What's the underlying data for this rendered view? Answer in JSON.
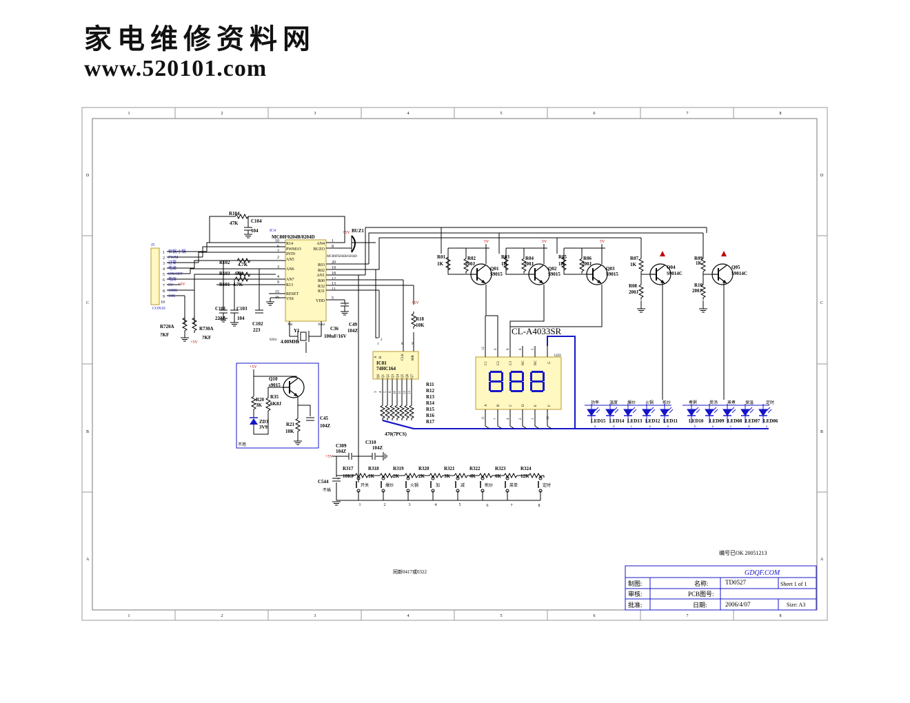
{
  "header": {
    "site_name": "家电维修资料网",
    "site_url": "www.520101.com"
  },
  "frame": {
    "col_labels": [
      "1",
      "2",
      "3",
      "4",
      "5",
      "6",
      "7",
      "8"
    ],
    "row_labels": [
      "D",
      "C",
      "B",
      "A"
    ]
  },
  "mcu": {
    "ref": "IC4",
    "part": "MC80F0204B/0204D",
    "part_inner": "MC80F0204B/0204D",
    "left_pins": [
      {
        "num": "10",
        "name": "R14"
      },
      {
        "num": "6",
        "name": "PWM1O"
      },
      {
        "num": "7",
        "name": "INT0"
      },
      {
        "num": "2",
        "name": "AN5"
      },
      {
        "num": "3",
        "name": "AN6"
      },
      {
        "num": "4",
        "name": "AN7"
      },
      {
        "num": "9",
        "name": "R13"
      },
      {
        "num": "15",
        "name": "RESET"
      },
      {
        "num": "16",
        "name": "VSS"
      }
    ],
    "right_pins": [
      {
        "num": "1",
        "name": "AN4"
      },
      {
        "num": "8",
        "name": "BUZO"
      },
      {
        "num": "20",
        "name": "R03"
      },
      {
        "num": "19",
        "name": "R02"
      },
      {
        "num": "18",
        "name": "AN1"
      },
      {
        "num": "12",
        "name": "R00"
      },
      {
        "num": "13",
        "name": "R32"
      },
      {
        "num": "11",
        "name": "R31"
      },
      {
        "num": "5",
        "name": "VDD"
      }
    ],
    "xin": "Xin",
    "xout": "Xout"
  },
  "connector": {
    "ref": "J5",
    "name": "CON10",
    "pins": [
      "1",
      "2",
      "3",
      "4",
      "5",
      "6",
      "7",
      "8",
      "9",
      "10"
    ],
    "labels": [
      "检锅/小锅",
      "PWM",
      "过零",
      "电流",
      "ON/OFF",
      "电压",
      "5V",
      "100K",
      "10K",
      ""
    ]
  },
  "components": {
    "r104": {
      "ref": "R104",
      "val": "47K"
    },
    "c104": {
      "ref": "C104",
      "val": "104"
    },
    "r102": {
      "ref": "R102",
      "val": "4.7K"
    },
    "r103": {
      "ref": "R103",
      "val": "47K"
    },
    "r101": {
      "ref": "R101",
      "val": "4.7K"
    },
    "c101": {
      "ref": "C101",
      "val": "223Z"
    },
    "c103": {
      "ref": "C103",
      "val": "104"
    },
    "c102": {
      "ref": "C102",
      "val": "223"
    },
    "r720a": {
      "ref": "R720A",
      "val": "?KF"
    },
    "r730a": {
      "ref": "R730A",
      "val": "?KF"
    },
    "c36": {
      "ref": "C36",
      "val": "100uF/16V"
    },
    "c49": {
      "ref": "C49",
      "val": "104Z"
    },
    "y1": {
      "ref": "Y1",
      "val": "4.00MHz",
      "tag": "0204"
    },
    "buz1": {
      "ref": "BUZ1"
    },
    "r18": {
      "ref": "R18",
      "val": "10K"
    },
    "ic01": {
      "ref": "IC01",
      "part": "74HC164",
      "pins_top": [
        "A",
        "B",
        "CLK",
        "MR"
      ],
      "pins_top_num": [
        "1",
        "2",
        "8",
        "9"
      ],
      "outputs": [
        "Q0",
        "Q1",
        "Q2",
        "Q3",
        "Q4",
        "Q5",
        "Q6",
        "Q7"
      ],
      "out_num": [
        "3",
        "4",
        "5",
        "6",
        "10",
        "11",
        "12",
        "13"
      ]
    },
    "res_array": {
      "refs": [
        "R11",
        "R12",
        "R13",
        "R14",
        "R15",
        "R16",
        "R17"
      ],
      "val": "470(7PCS)"
    },
    "q10": {
      "ref": "Q10",
      "val": "s9015"
    },
    "r20": {
      "ref": "R20",
      "val": "3K"
    },
    "r35": {
      "ref": "R35",
      "val": "6K8J"
    },
    "zd3": {
      "ref": "ZD3",
      "val": "3V9"
    },
    "r21": {
      "ref": "R21",
      "val": "10K"
    },
    "c45": {
      "ref": "C45",
      "val": "104Z"
    },
    "not_used": "不用",
    "r01": {
      "ref": "R01",
      "val": "1K"
    },
    "r02": {
      "ref": "R02",
      "val": "200J"
    },
    "q01": {
      "ref": "Q01",
      "val": "S9015"
    },
    "r03": {
      "ref": "R03",
      "val": "1K"
    },
    "r04": {
      "ref": "R04",
      "val": "200J"
    },
    "q02": {
      "ref": "Q02",
      "val": "S9015"
    },
    "r05": {
      "ref": "R05",
      "val": "1K"
    },
    "r06": {
      "ref": "R06",
      "val": "200J"
    },
    "q03": {
      "ref": "Q03",
      "val": "S9015"
    },
    "r07": {
      "ref": "R07",
      "val": "1K"
    },
    "r08": {
      "ref": "R08",
      "val": "200J"
    },
    "q04": {
      "ref": "Q04",
      "val": "S9014C"
    },
    "r09": {
      "ref": "R09",
      "val": "1K"
    },
    "r10": {
      "ref": "R10",
      "val": "200J"
    },
    "q05": {
      "ref": "Q05",
      "val": "S9014C"
    },
    "display": {
      "ref": "CL-A4033SR",
      "top_pins": [
        "C1",
        "C2",
        "C3",
        "NC",
        "NC",
        "G"
      ],
      "top_nums": [
        "12",
        "9",
        "8",
        "6",
        "5",
        "LED"
      ],
      "bottom_pins": [
        "A",
        "B",
        "C",
        "D",
        "E",
        "F"
      ],
      "bottom_nums": [
        "11",
        "7",
        "4",
        "2",
        "1",
        "10"
      ]
    },
    "c309": {
      "ref": "C309",
      "val": "104Z"
    },
    "c310": {
      "ref": "C310",
      "val": "104Z"
    },
    "c544": {
      "ref": "C544",
      "val": "不插"
    }
  },
  "leds": [
    {
      "ref": "LED15",
      "label": "功率",
      "seg": "a"
    },
    {
      "ref": "LED14",
      "label": "温度",
      "seg": "d"
    },
    {
      "ref": "LED13",
      "label": "爆炒",
      "seg": "c"
    },
    {
      "ref": "LED12",
      "label": "火锅",
      "seg": "e"
    },
    {
      "ref": "LED11",
      "label": "煎炒",
      "seg": "b"
    },
    {
      "ref": "LED10",
      "label": "煮粥",
      "seg": "b"
    },
    {
      "ref": "LED09",
      "label": "煲汤",
      "seg": "e"
    },
    {
      "ref": "LED08",
      "label": "蒸煮",
      "seg": "c"
    },
    {
      "ref": "LED07",
      "label": "保温",
      "seg": "d"
    },
    {
      "ref": "LED06",
      "label": "定时",
      "seg": "a"
    }
  ],
  "keys": [
    {
      "res": "R317",
      "val": "10KF",
      "label": "开关",
      "num": "1"
    },
    {
      "res": "R318",
      "val": "1K",
      "label": "爆炒",
      "num": "2"
    },
    {
      "res": "R319",
      "val": "2K",
      "label": "火锅",
      "num": "3"
    },
    {
      "res": "R320",
      "val": "2K",
      "label": "加",
      "num": "4"
    },
    {
      "res": "R321",
      "val": "3K",
      "label": "减",
      "num": "5"
    },
    {
      "res": "R322",
      "val": "4K",
      "label": "煎炒",
      "num": "6"
    },
    {
      "res": "R323",
      "val": "6K",
      "label": "菜单",
      "num": "7"
    },
    {
      "res": "R324",
      "val": "12K",
      "label": "定时",
      "num": "8"
    }
  ],
  "power": {
    "vcc": "+5V",
    "vcc_short": "5V"
  },
  "notes": {
    "checked": "编号已OK  20051213",
    "revision": "同新0417或0322"
  },
  "title_block": {
    "company": "GDQF.COM",
    "drawn_label": "制图:",
    "review_label": "审核:",
    "approve_label": "批准:",
    "name_label": "名称:",
    "name_value": "TD0527",
    "pcb_label": "PCB图号:",
    "date_label": "日期:",
    "date_value": "2006/4/07",
    "sheet": "Sheet 1 of  1",
    "size": "Size:  A3"
  }
}
